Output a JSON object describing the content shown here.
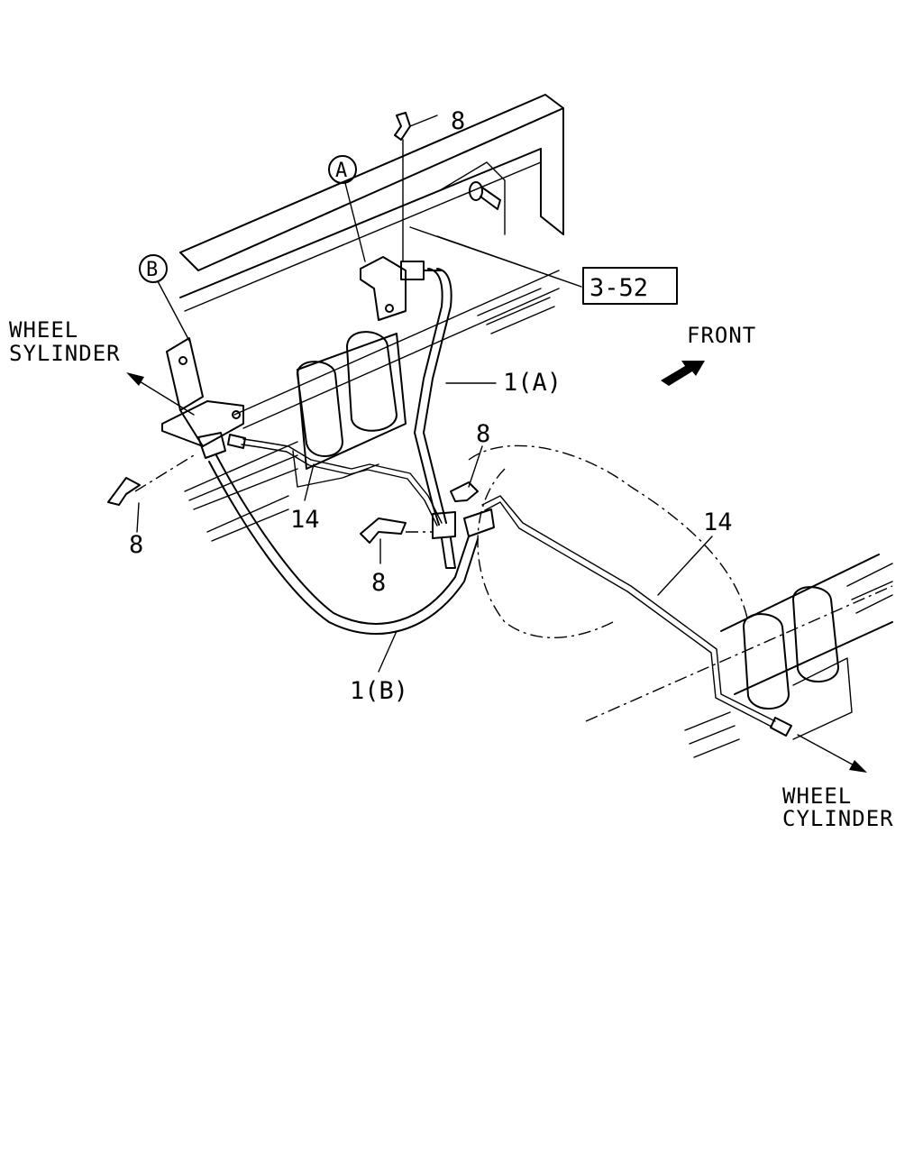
{
  "diagram": {
    "callouts": {
      "clip_top": "8",
      "clip_left": "8",
      "clip_center": "8",
      "clip_right": "8",
      "line_left": "14",
      "line_right": "14",
      "hose_a": "1(A)",
      "hose_b": "1(B)",
      "ref_box": "3-52",
      "circle_a": "A",
      "circle_b": "B"
    },
    "direction_labels": {
      "front": "FRONT",
      "wheel_left_1": "WHEEL",
      "wheel_left_2": "SYLINDER",
      "wheel_right_1": "WHEEL",
      "wheel_right_2": "CYLINDER"
    }
  }
}
